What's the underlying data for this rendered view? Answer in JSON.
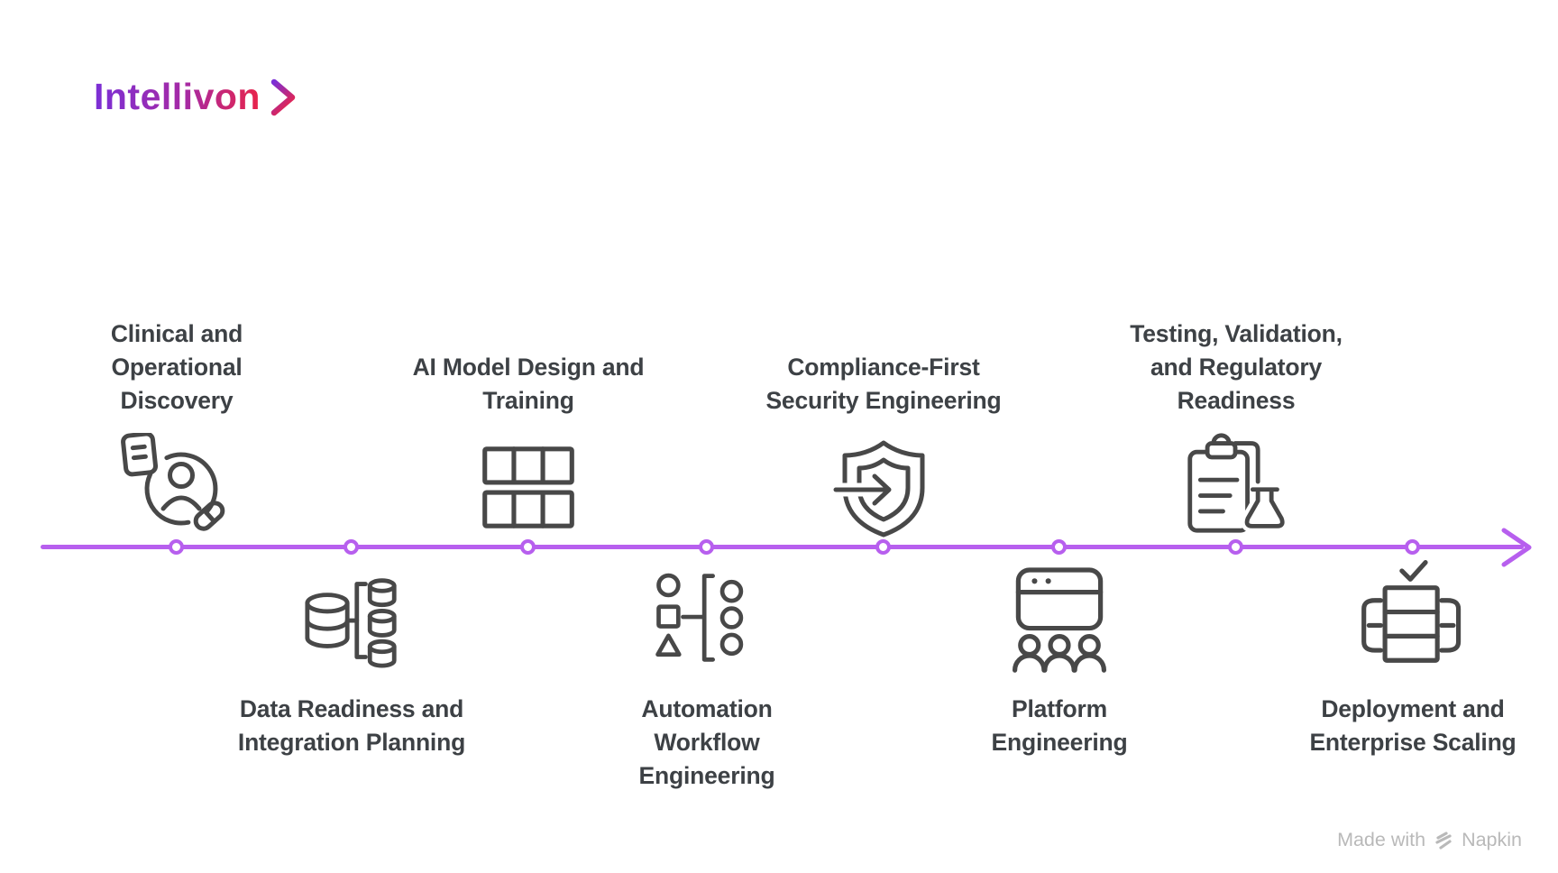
{
  "brand": {
    "name": "Intellivon",
    "chevron_icon": "chevron-right"
  },
  "colors": {
    "accent_purple": "#b75fee",
    "heading_text": "#3d4145",
    "icon_stroke": "#484848",
    "logo_gradient_start": "#7b2fd6",
    "logo_gradient_end": "#e92449",
    "watermark_gray": "#b9b9b9"
  },
  "timeline": {
    "node_count": 8,
    "direction": "left-to-right-arrow",
    "items": [
      {
        "label": "Clinical and\nOperational\nDiscovery",
        "side": "above",
        "icon": "clinical-discovery-icon"
      },
      {
        "label": "Data Readiness and\nIntegration Planning",
        "side": "below",
        "icon": "data-integration-icon"
      },
      {
        "label": "AI Model Design and\nTraining",
        "side": "above",
        "icon": "ai-model-grid-icon"
      },
      {
        "label": "Automation\nWorkflow\nEngineering",
        "side": "below",
        "icon": "automation-workflow-icon"
      },
      {
        "label": "Compliance-First\nSecurity Engineering",
        "side": "above",
        "icon": "security-shield-icon"
      },
      {
        "label": "Platform\nEngineering",
        "side": "below",
        "icon": "platform-engineering-icon"
      },
      {
        "label": "Testing, Validation,\nand Regulatory\nReadiness",
        "side": "above",
        "icon": "testing-clipboard-flask-icon"
      },
      {
        "label": "Deployment and\nEnterprise Scaling",
        "side": "below",
        "icon": "deployment-scaling-icon"
      }
    ]
  },
  "watermark": {
    "prefix": "Made with",
    "brand": "Napkin"
  }
}
